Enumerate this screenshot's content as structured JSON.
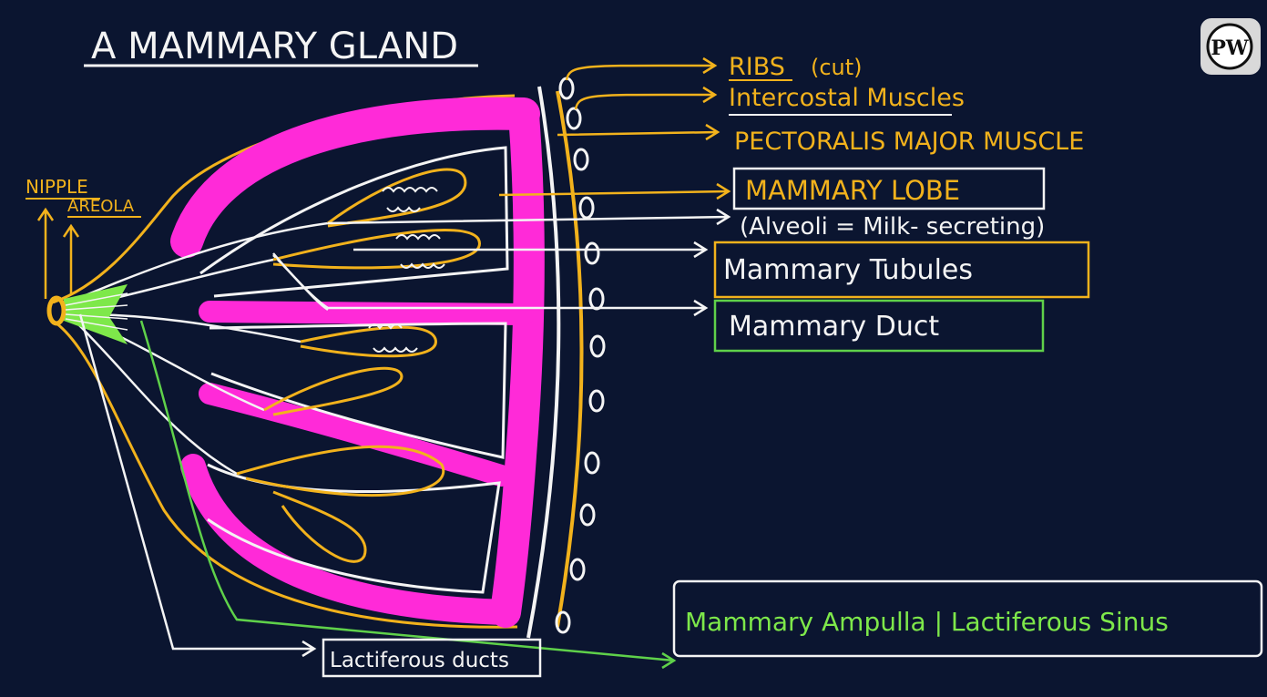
{
  "title": "A MAMMARY GLAND",
  "logo_text": "PW",
  "labels": {
    "nipple": "NIPPLE",
    "areola": "AREOLA",
    "ribs": "RIBS",
    "ribs_note": "(cut)",
    "intercostal": "Intercostal Muscles",
    "pectoralis": "PECTORALIS MAJOR MUSCLE",
    "mammary_lobe": "MAMMARY LOBE",
    "alveoli": "(Alveoli = Milk- secreting)",
    "tubules": "Mammary Tubules",
    "duct": "Mammary Duct",
    "ampulla": "Mammary Ampulla | Lactiferous Sinus",
    "lactiferous_ducts": "Lactiferous ducts"
  },
  "colors": {
    "background": "#0b1530",
    "chalk_white": "#f4f4f4",
    "gland_yellow": "#f2b21c",
    "tissue_magenta": "#ff2ad8",
    "areola_green": "#7ee84a",
    "box_green": "#5fd14a"
  }
}
